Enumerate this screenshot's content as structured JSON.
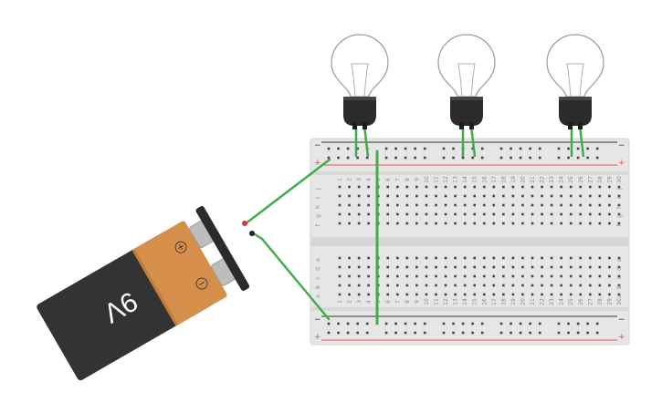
{
  "battery": {
    "label": "9V",
    "plus_symbol": "+",
    "minus_symbol": "−"
  },
  "breadboard": {
    "rail_plus": "+",
    "rail_minus": "−",
    "row_letters_top": [
      "j",
      "i",
      "h",
      "g",
      "f"
    ],
    "row_letters_bottom": [
      "e",
      "d",
      "c",
      "b",
      "a"
    ],
    "column_numbers": [
      "1",
      "2",
      "3",
      "4",
      "5",
      "6",
      "7",
      "8",
      "9",
      "10",
      "11",
      "12",
      "13",
      "14",
      "15",
      "16",
      "17",
      "18",
      "19",
      "20",
      "21",
      "22",
      "23",
      "24",
      "25",
      "26",
      "27",
      "28",
      "29",
      "30"
    ]
  },
  "bulbs": [
    {
      "name": "bulb-1"
    },
    {
      "name": "bulb-2"
    },
    {
      "name": "bulb-3"
    }
  ],
  "colors": {
    "wire": "#3fae49",
    "battery_body": "#333333",
    "battery_cap": "#d68e4b",
    "rail_red": "#e05555",
    "rail_dark": "#333333",
    "breadboard": "#e6e6e6"
  }
}
